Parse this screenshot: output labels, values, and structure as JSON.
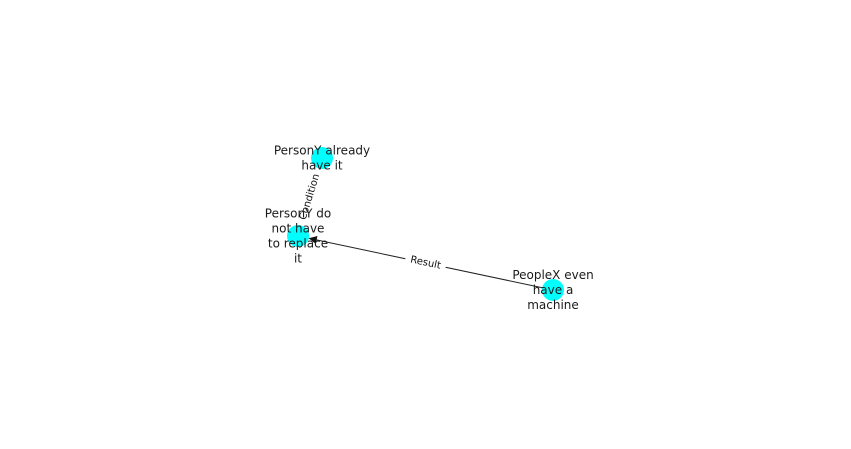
{
  "graph": {
    "node_color": "#00ffff",
    "edge_color": "#222222",
    "nodes": [
      {
        "id": "n1",
        "label": "PersonY already have it",
        "lines": [
          "PersonY already",
          "have it"
        ]
      },
      {
        "id": "n2",
        "label": "PersonY do not have to replace it",
        "lines": [
          "PersonY do",
          "not have",
          "to replace",
          "it"
        ]
      },
      {
        "id": "n3",
        "label": "PeopleX even have a machine",
        "lines": [
          "PeopleX even",
          "have a",
          "machine"
        ]
      }
    ],
    "edges": [
      {
        "source": "n1",
        "target": "n2",
        "label": "Condition",
        "directed": false
      },
      {
        "source": "n3",
        "target": "n2",
        "label": "Result",
        "directed": true
      }
    ]
  }
}
